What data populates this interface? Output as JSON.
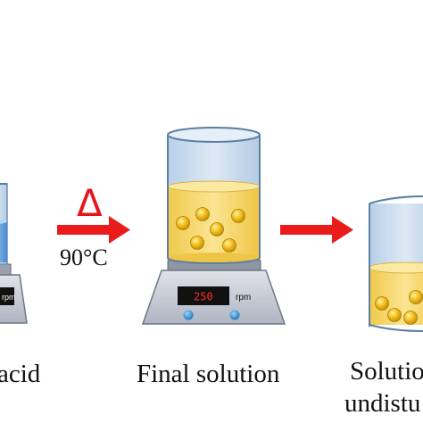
{
  "step1": {
    "caption": "acid",
    "rpm_unit": "rpm"
  },
  "heat_step": {
    "symbol": "Δ",
    "temperature": "90°C"
  },
  "step2": {
    "caption": "Final solution",
    "rpm_value": "250",
    "rpm_unit": "rpm"
  },
  "step3": {
    "caption_line1": "Solutio",
    "caption_line2": "undistu"
  },
  "colors": {
    "arrow": "#ea1b1b",
    "liquid_yellow": "#f7d96a",
    "liquid_blue": "#6aa8dc",
    "beaker_empty": "#c6dcef",
    "particle": "#f1bc1a",
    "stirrer_body": "#c8cdd6",
    "display": "#111111",
    "display_text": "#ff2a2a",
    "knob": "#3f9fdc"
  },
  "icons": {
    "heat": "delta-symbol",
    "process": "right-arrow"
  }
}
